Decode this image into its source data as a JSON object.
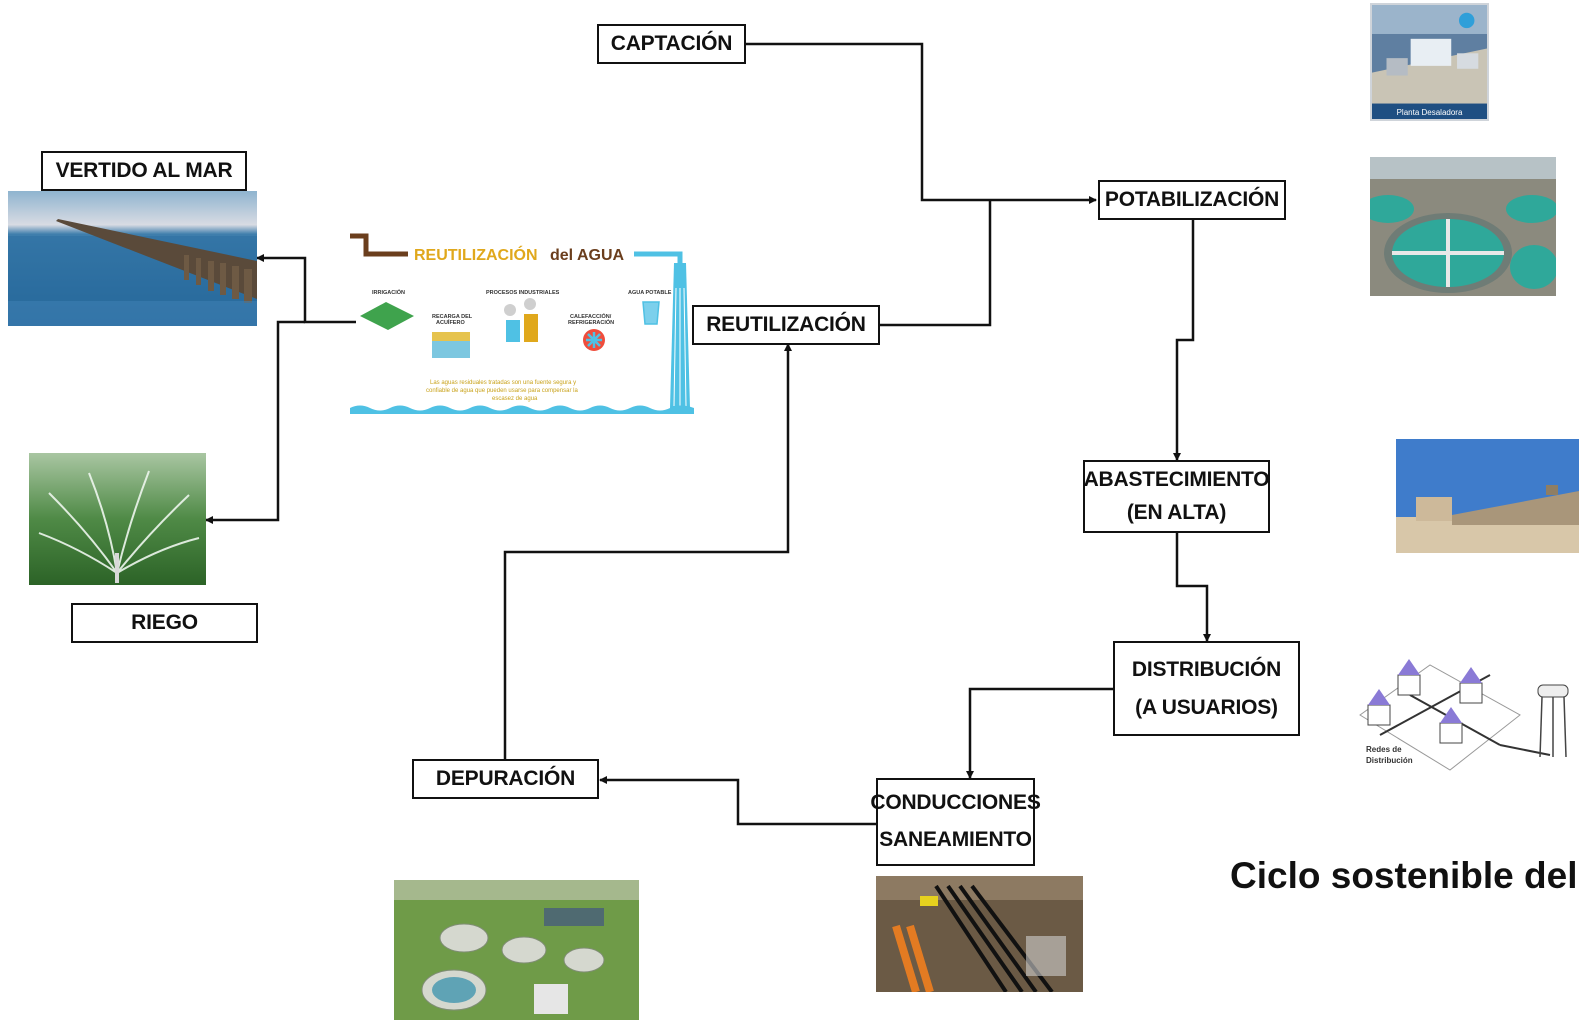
{
  "title": "Ciclo sostenible del",
  "nodes": {
    "captacion": "CAPTACIÓN",
    "potabilizacion": "POTABILIZACIÓN",
    "abastecimiento": [
      "ABASTECIMIENTO",
      "(EN ALTA)"
    ],
    "distribucion": [
      "DISTRIBUCIÓN",
      "(A USUARIOS)"
    ],
    "conducciones": [
      "CONDUCCIONES",
      "SANEAMIENTO"
    ],
    "depuracion": "DEPURACIÓN",
    "reutilizacion": "REUTILIZACIÓN",
    "vertido": "VERTIDO AL MAR",
    "riego": "RIEGO"
  },
  "infographic": {
    "title_part1": "REUTILIZACIÓN",
    "title_part2": "del AGUA",
    "labels": {
      "irrigacion": "IRRIGACIÓN",
      "procesos": "PROCESOS INDUSTRIALES",
      "agua_potable": "AGUA POTABLE",
      "recarga": [
        "RECARGA DEL",
        "ACUÍFERO"
      ],
      "calefaccion": [
        "CALEFACCIÓN/",
        "REFRIGERACIÓN"
      ]
    },
    "caption": [
      "Las aguas residuales tratadas son una fuente segura y",
      "confiable de agua que pueden usarse para compensar la",
      "escasez de agua"
    ],
    "colors": {
      "title": "#e0a81c",
      "title2": "#6b3e1d",
      "pipe_brown": "#6b3e1d",
      "pipe_blue": "#4fc1e4",
      "caption": "#c9a21a"
    }
  },
  "photos": {
    "desaladora_caption": "Planta Desaladora",
    "redes_caption": [
      "Redes de",
      "Distribución"
    ]
  },
  "colors": {
    "line": "#111111",
    "border": "#111111"
  }
}
